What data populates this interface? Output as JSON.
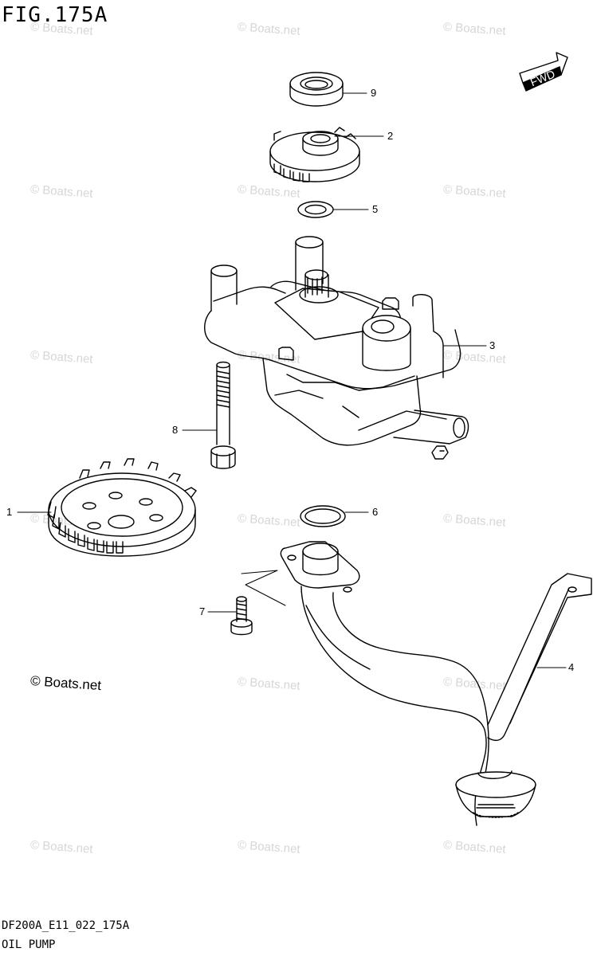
{
  "figure": {
    "title": "FIG.175A",
    "code": "DF200A_E11_022_175A",
    "name": "OIL PUMP",
    "fwd_label": "FWD"
  },
  "callouts": [
    "9",
    "2",
    "5",
    "3",
    "8",
    "1",
    "6",
    "7",
    "4"
  ],
  "watermark": "© Boats.net"
}
